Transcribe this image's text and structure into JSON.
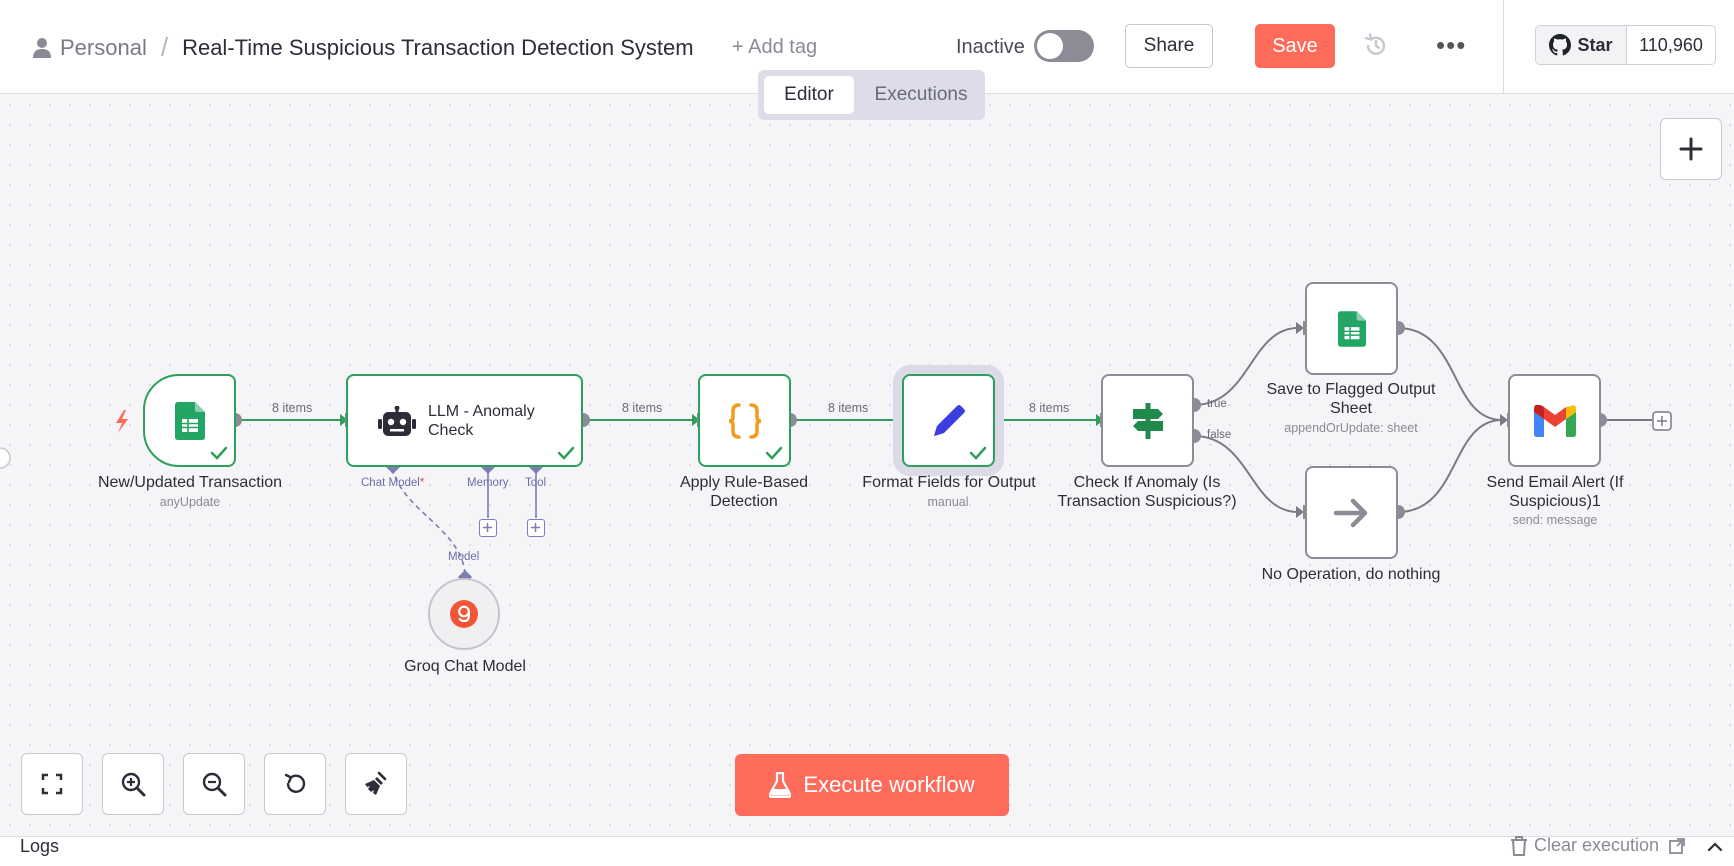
{
  "header": {
    "breadcrumb_personal": "Personal",
    "breadcrumb_separator": "/",
    "workflow_title": "Real-Time Suspicious Transaction Detection System",
    "add_tag": "+ Add tag",
    "status_label": "Inactive",
    "active": false,
    "share_label": "Share",
    "save_label": "Save",
    "more_label": "•••",
    "github_star_label": "Star",
    "github_star_count": "110,960"
  },
  "tabs": {
    "editor": "Editor",
    "executions": "Executions",
    "active_tab": "Editor"
  },
  "nodes": {
    "trigger": {
      "label": "New/Updated Transaction",
      "sub": "anyUpdate",
      "icon": "google-sheets-icon"
    },
    "llm": {
      "label": "LLM - Anomaly Check",
      "icon": "robot-icon",
      "port_chat_model": "Chat Model",
      "port_required": "*",
      "port_memory": "Memory",
      "port_tool": "Tool"
    },
    "groq": {
      "label": "Groq Chat Model",
      "port_model": "Model",
      "icon": "groq-icon"
    },
    "rules": {
      "label": "Apply Rule-Based Detection",
      "icon": "code-braces-icon"
    },
    "format": {
      "label": "Format Fields for Output",
      "sub": "manual",
      "icon": "pencil-icon"
    },
    "if": {
      "label": "Check If Anomaly (Is Transaction Suspicious?)",
      "icon": "signpost-icon",
      "true_label": "true",
      "false_label": "false"
    },
    "save_sheet": {
      "label": "Save to Flagged Output Sheet",
      "sub": "appendOrUpdate: sheet",
      "icon": "google-sheets-icon"
    },
    "noop": {
      "label": "No Operation, do nothing",
      "icon": "arrow-right-icon"
    },
    "email": {
      "label": "Send Email Alert (If Suspicious)1",
      "sub": "send: message",
      "icon": "gmail-icon"
    }
  },
  "connections": {
    "c1": "8 items",
    "c2": "8 items",
    "c3": "8 items",
    "c4": "8 items"
  },
  "footer": {
    "execute_label": "Execute workflow",
    "logs_label": "Logs",
    "clear_execution_label": "Clear execution"
  },
  "colors": {
    "accent": "#ff6b5a",
    "success": "#2e9f5e",
    "neutral_border": "#8c8c96",
    "sub_port": "#7a7eb0"
  }
}
